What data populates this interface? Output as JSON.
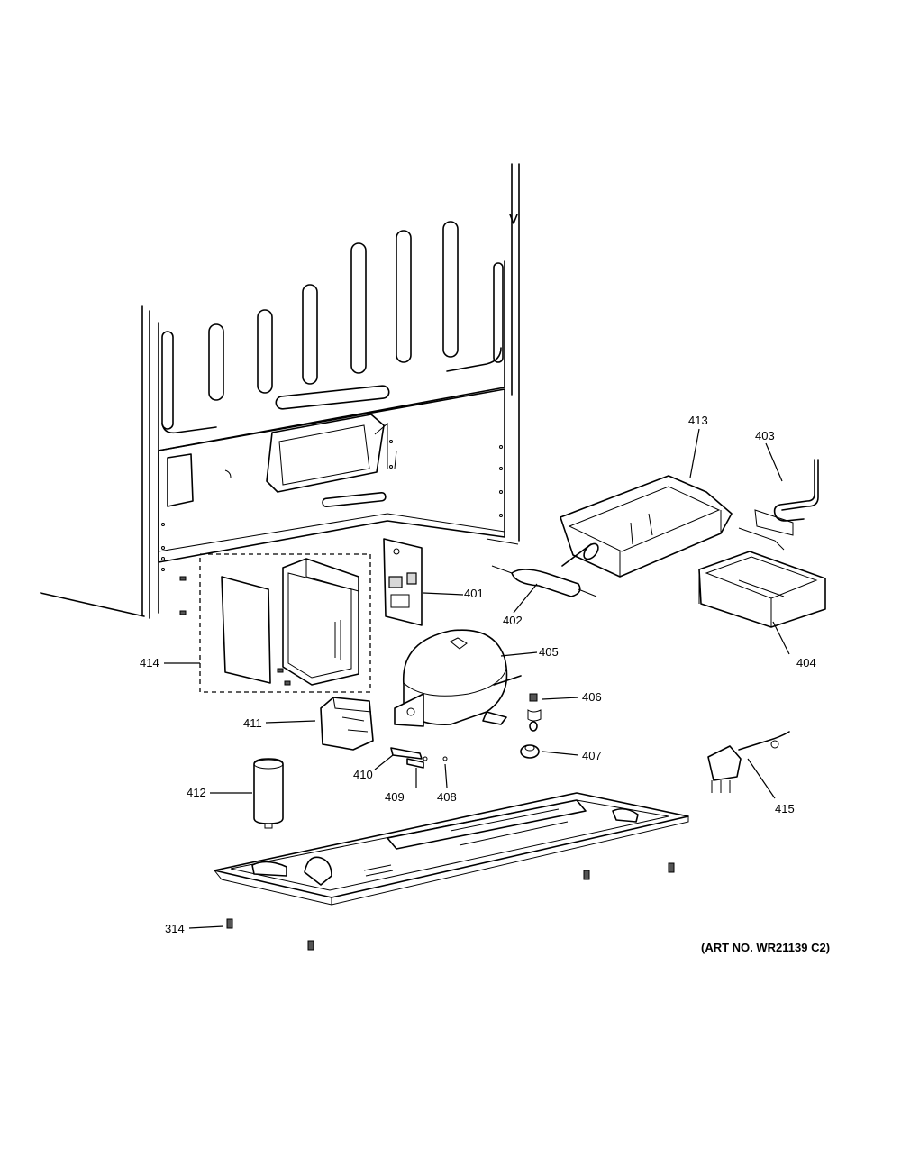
{
  "art_number": "(ART NO. WR21139 C2)",
  "callouts": [
    {
      "id": "401",
      "label": "401"
    },
    {
      "id": "402",
      "label": "402"
    },
    {
      "id": "403",
      "label": "403"
    },
    {
      "id": "404",
      "label": "404"
    },
    {
      "id": "405",
      "label": "405"
    },
    {
      "id": "406",
      "label": "406"
    },
    {
      "id": "407",
      "label": "407"
    },
    {
      "id": "408",
      "label": "408"
    },
    {
      "id": "409",
      "label": "409"
    },
    {
      "id": "410",
      "label": "410"
    },
    {
      "id": "411",
      "label": "411"
    },
    {
      "id": "412",
      "label": "412"
    },
    {
      "id": "413",
      "label": "413"
    },
    {
      "id": "414",
      "label": "414"
    },
    {
      "id": "415",
      "label": "415"
    },
    {
      "id": "314",
      "label": "314"
    }
  ]
}
